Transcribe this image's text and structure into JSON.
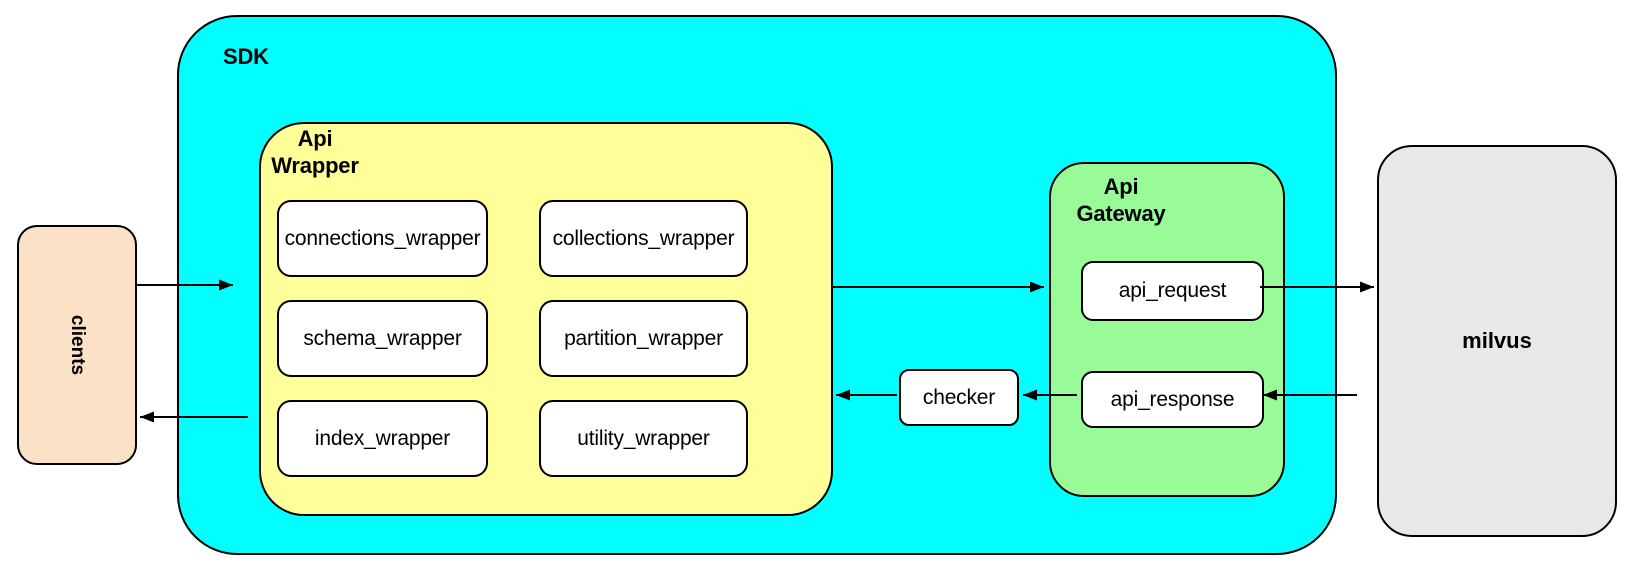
{
  "diagram": {
    "type": "architecture-flow",
    "nodes": {
      "clients": {
        "label": "clients"
      },
      "sdk": {
        "label": "SDK"
      },
      "api_wrapper": {
        "line1": "Api",
        "line2": "Wrapper"
      },
      "api_gateway": {
        "line1": "Api",
        "line2": "Gateway"
      },
      "api_request": {
        "label": "api_request"
      },
      "api_response": {
        "label": "api_response"
      },
      "checker": {
        "label": "checker"
      },
      "milvus": {
        "label": "milvus"
      }
    },
    "wrapper_modules": [
      {
        "label": "connections_wrapper"
      },
      {
        "label": "collections_wrapper"
      },
      {
        "label": "schema_wrapper"
      },
      {
        "label": "partition_wrapper"
      },
      {
        "label": "index_wrapper"
      },
      {
        "label": "utility_wrapper"
      }
    ],
    "edges": [
      {
        "from": "clients",
        "to": "SDK"
      },
      {
        "from": "SDK",
        "to": "clients"
      },
      {
        "from": "Api Wrapper",
        "to": "Api Gateway"
      },
      {
        "from": "api_request",
        "to": "milvus"
      },
      {
        "from": "milvus",
        "to": "api_response"
      },
      {
        "from": "api_response",
        "to": "checker"
      },
      {
        "from": "checker",
        "to": "Api Wrapper"
      }
    ]
  },
  "colors": {
    "sdk_fill": "#00FFFF",
    "wrapper_fill": "#FFFF99",
    "gateway_fill": "#98FB98",
    "clients_fill": "#FBE1C5",
    "milvus_fill": "#E8E8E8",
    "node_fill": "#FFFFFF",
    "border": "#000000"
  }
}
